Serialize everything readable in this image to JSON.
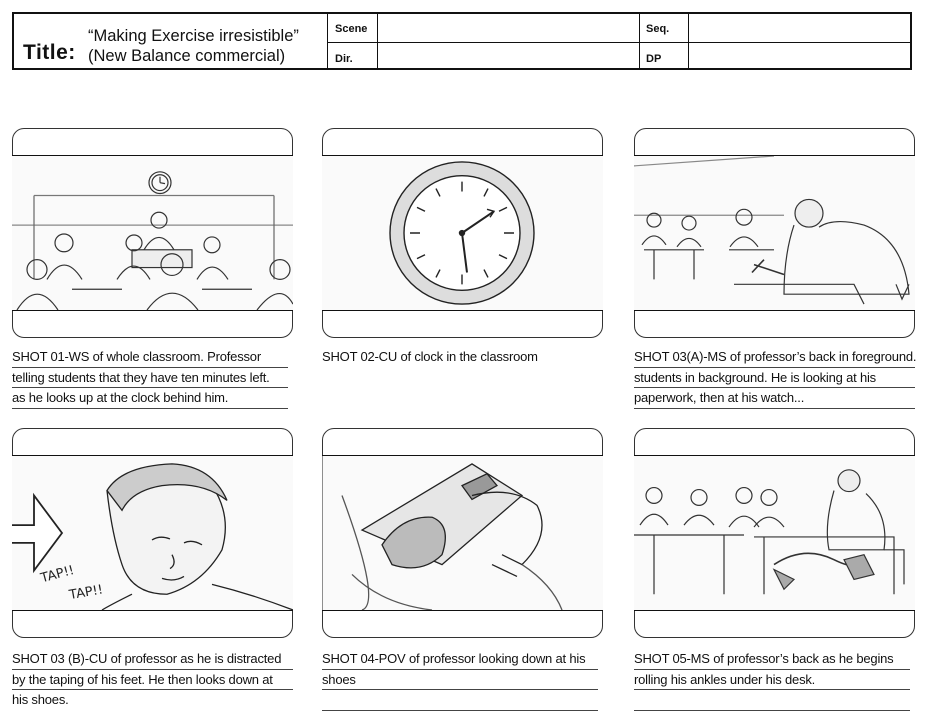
{
  "header": {
    "title_label": "Title:",
    "title_line_1": "“Making Exercise irresistible”",
    "title_line_2": "(New Balance commercial)",
    "scene_label": "Scene",
    "dir_label": "Dir.",
    "seq_label": "Seq.",
    "dp_label": "DP",
    "scene_value": "",
    "dir_value": "",
    "seq_value": "",
    "dp_value": ""
  },
  "panels": [
    {
      "sketch": "classroom wide shot with clock on wall",
      "caption": [
        "SHOT 01-WS of whole classroom. Professor",
        "telling students that they have ten minutes left.",
        "as he looks up at the clock behind him."
      ]
    },
    {
      "sketch": "close-up of wall clock",
      "caption": [
        "SHOT 02-CU of clock in the classroom"
      ]
    },
    {
      "sketch": "professor from behind at desk, students in background",
      "caption": [
        "SHOT 03(A)-MS of professor’s back in foreground.",
        "students in background. He is looking at his",
        "paperwork, then at his watch..."
      ]
    },
    {
      "sketch": "close-up of professor's face with tap sound effect",
      "sfx": [
        "TAP!!",
        "TAP!!"
      ],
      "caption": [
        "SHOT 03 (B)-CU of professor  as he is distracted",
        "by the taping of his feet. He then looks down at",
        "his shoes."
      ]
    },
    {
      "sketch": "point of view looking down at shoes",
      "caption": [
        "SHOT 04-POV of professor looking down at his",
        "shoes"
      ]
    },
    {
      "sketch": "professor at desk rolling ankles under desk",
      "caption": [
        "SHOT 05-MS of professor’s back as he begins",
        "rolling his ankles under his desk."
      ]
    }
  ]
}
